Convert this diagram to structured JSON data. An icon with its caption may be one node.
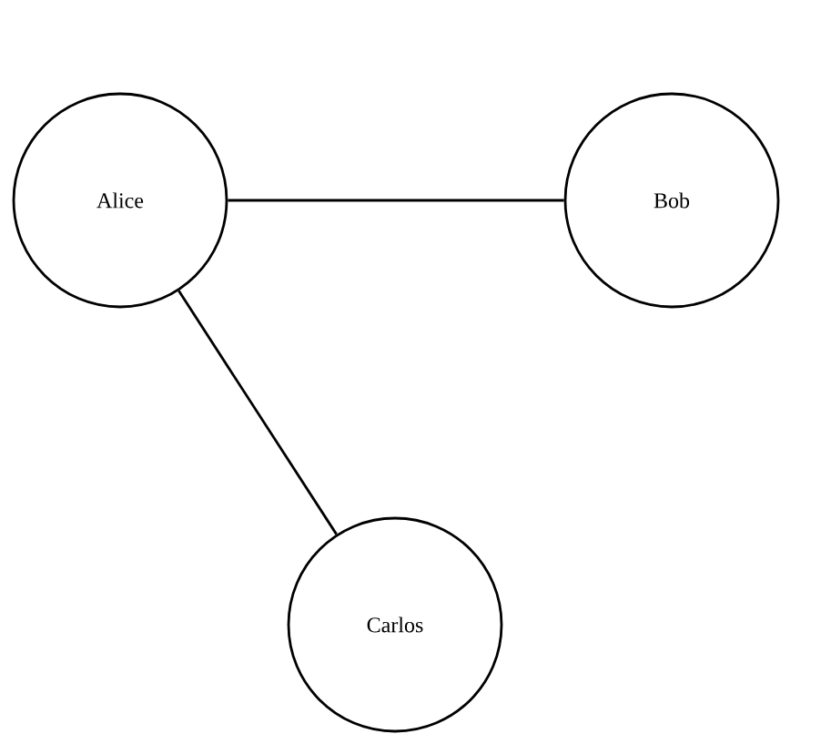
{
  "diagram": {
    "nodes": [
      {
        "text": [
          "Alice"
        ]
      },
      {
        "text": [
          "Bob"
        ]
      },
      {
        "text": [
          "Carlos"
        ]
      }
    ],
    "edges": [
      {
        "from": 0,
        "to": 1,
        "arrow": "none"
      },
      {
        "from": 0,
        "to": 2,
        "arrow": "none"
      }
    ]
  }
}
